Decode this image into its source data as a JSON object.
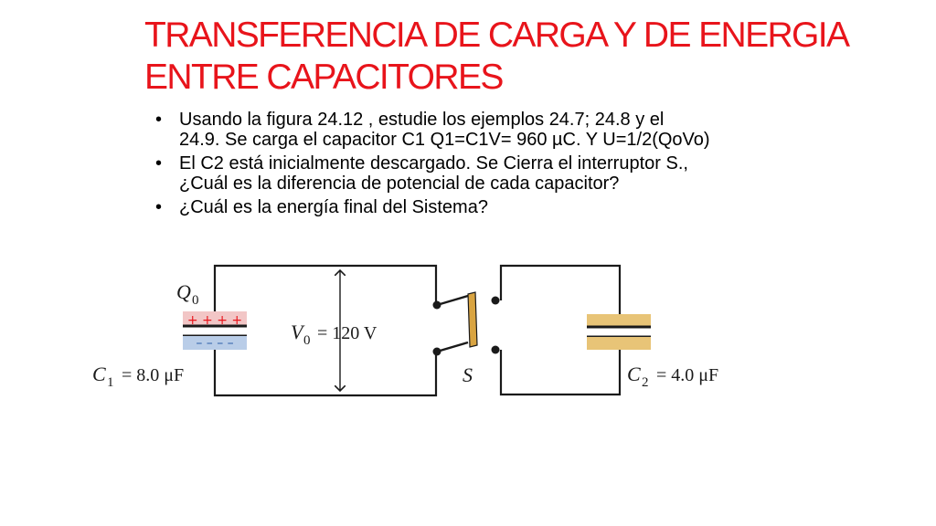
{
  "slide": {
    "title_lines": [
      "TRANSFERENCIA DE CARGA Y DE ENERGIA",
      "ENTRE CAPACITORES"
    ],
    "bullets": [
      {
        "lines": [
          "Usando la figura 24.12 ,  estudie  los ejemplos  24.7;  24.8 y el",
          "24.9. Se carga el capacitor C1 Q1=C1V= 960 µC. Y U=1/2(QoVo)"
        ]
      },
      {
        "lines": [
          " El C2 está inicialmente descargado. Se Cierra el interruptor S.,",
          "¿Cuál es la diferencia de potencial de cada capacitor?"
        ]
      },
      {
        "lines": [
          "¿Cuál es la energía final del Sistema?"
        ]
      }
    ],
    "bullet_glyph": "•"
  },
  "circuit": {
    "q0_symbol": "Q",
    "q0_sub": "0",
    "plus_signs": "+ +  + +",
    "minus_signs": "– –  – –",
    "c1_symbol": "C",
    "c1_sub": "1",
    "c1_value": "= 8.0 μF",
    "v0_symbol": "V",
    "v0_sub": "0",
    "v0_value": "= 120 V",
    "switch_label": "S",
    "c2_symbol": "C",
    "c2_sub": "2",
    "c2_value": "= 4.0 μF",
    "colors": {
      "wire": "#1a1a1a",
      "positive_plate": "#f2c6c6",
      "negative_plate": "#b9cde8",
      "c2_plate": "#e8c477",
      "switch_blade": "#d9a441",
      "title": "#e8141b"
    }
  }
}
